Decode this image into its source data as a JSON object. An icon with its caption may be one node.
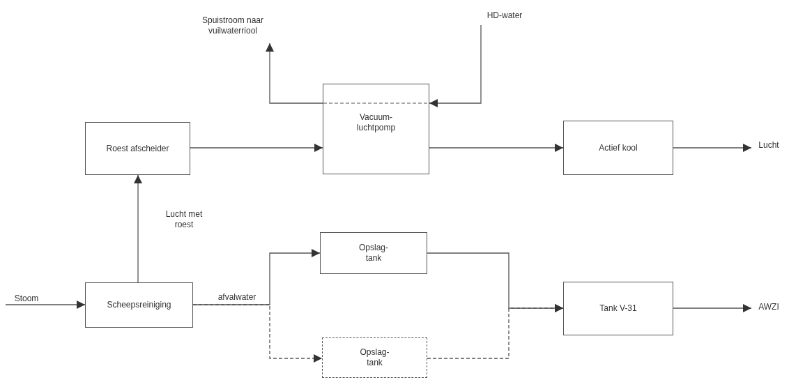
{
  "diagram": {
    "nodes": [
      {
        "text": [
          "Roest afscheider"
        ]
      },
      {
        "text": [
          "Vacuum-luchtpomp"
        ]
      },
      {
        "text": [
          "Actief kool"
        ]
      },
      {
        "text": [
          "Scheepsreiniging"
        ]
      },
      {
        "text": [
          "Opslag-tank"
        ]
      },
      {
        "text": [
          "Opslag-tank"
        ]
      },
      {
        "text": [
          "Tank V-31"
        ]
      },
      {
        "text": [
          "Spuistroom naar vuilwaterriool"
        ]
      },
      {
        "text": [
          "HD-water"
        ]
      },
      {
        "text": [
          "Lucht"
        ]
      },
      {
        "text": [
          "Stoom"
        ]
      },
      {
        "text": [
          "AWZI"
        ]
      }
    ],
    "edges": [
      {
        "from": 10,
        "to": 3,
        "arrow": "to"
      },
      {
        "from": 3,
        "to": 0,
        "arrow": "to",
        "label": "Lucht met roest"
      },
      {
        "from": 0,
        "to": 1,
        "arrow": "to"
      },
      {
        "from": 1,
        "to": 2,
        "arrow": "to"
      },
      {
        "from": 2,
        "to": 9,
        "arrow": "to"
      },
      {
        "from": 8,
        "to": 1,
        "arrow": "to"
      },
      {
        "from": 1,
        "to": 7,
        "arrow": "to"
      },
      {
        "from": 3,
        "to": 4,
        "arrow": "to",
        "label": "afvalwater"
      },
      {
        "from": 3,
        "to": 5,
        "arrow": "to",
        "style": "dashed"
      },
      {
        "from": 4,
        "to": 6,
        "arrow": "to"
      },
      {
        "from": 5,
        "to": 6,
        "arrow": "to",
        "style": "dashed"
      },
      {
        "from": 6,
        "to": 11,
        "arrow": "to"
      }
    ]
  }
}
